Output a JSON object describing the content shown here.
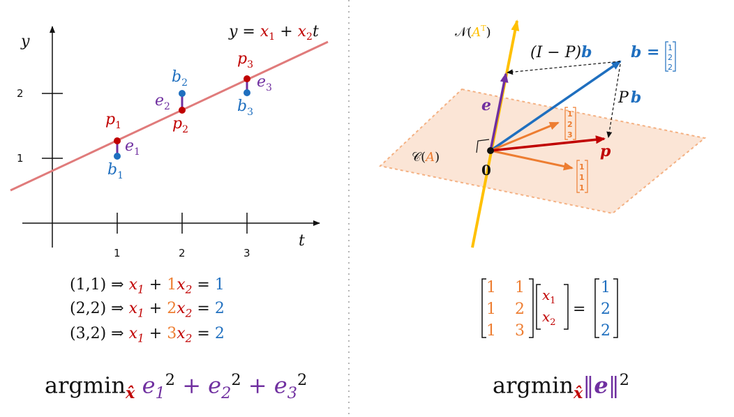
{
  "colors": {
    "red": "#c00000",
    "orange": "#ed7d31",
    "blue": "#1f6fbf",
    "purple": "#7030a0",
    "yellow": "#ffc000",
    "line": "#e07b7b",
    "plane": "#fbe5d6"
  },
  "left": {
    "axis_y": "y",
    "axis_t": "t",
    "line_eq": {
      "lhs": "y = ",
      "x1": "x",
      "x2": "x",
      "s1": "1",
      "s2": "2",
      "plus": " + ",
      "t": "t"
    },
    "ticks_y": [
      "1",
      "2"
    ],
    "ticks_t": [
      "1",
      "2",
      "3"
    ],
    "points": {
      "p1": "p",
      "p1s": "1",
      "p2": "p",
      "p2s": "2",
      "p3": "p",
      "p3s": "3",
      "b1": "b",
      "b1s": "1",
      "b2": "b",
      "b2s": "2",
      "b3": "b",
      "b3s": "3",
      "e1": "e",
      "e1s": "1",
      "e2": "e",
      "e2s": "2",
      "e3": "e",
      "e3s": "3"
    },
    "equations": [
      {
        "pt": "(1,1) ⇒ ",
        "x1": "x",
        "s1": "1",
        "plus": " + ",
        "coef": "1",
        "x2": "x",
        "s2": "2",
        "eq": " = ",
        "rhs": "1"
      },
      {
        "pt": "(2,2) ⇒ ",
        "x1": "x",
        "s1": "1",
        "plus": " + ",
        "coef": "2",
        "x2": "x",
        "s2": "2",
        "eq": " = ",
        "rhs": "2"
      },
      {
        "pt": "(3,2) ⇒ ",
        "x1": "x",
        "s1": "1",
        "plus": " + ",
        "coef": "3",
        "x2": "x",
        "s2": "2",
        "eq": " = ",
        "rhs": "2"
      }
    ],
    "argmin": {
      "word": "argmin",
      "hat": "x̂",
      "e": "e",
      "s1": "1",
      "s2": "2",
      "s3": "3",
      "sq": "2",
      "plus": " + "
    }
  },
  "right": {
    "nullspace": "𝒩(",
    "nullspace_A": "A",
    "nullspace_T": "T",
    "nullspace_close": ")",
    "colspace": "𝒞(",
    "colspace_A": "A",
    "colspace_close": ")",
    "i_minus_p": "(I − P)",
    "b_bold": "b",
    "b_eq": "b =",
    "b_vec": [
      "1",
      "2",
      "2"
    ],
    "pb_p": "P",
    "pb_b": "b",
    "e_label": "e",
    "p_label": "p",
    "origin": "0",
    "col2_vec": [
      "1",
      "2",
      "3"
    ],
    "col1_vec": [
      "1",
      "1",
      "1"
    ],
    "matrix": {
      "A": [
        [
          "1",
          "1"
        ],
        [
          "1",
          "2"
        ],
        [
          "1",
          "3"
        ]
      ],
      "x": [
        "x",
        "x"
      ],
      "xs": [
        "1",
        "2"
      ],
      "eq": "=",
      "b": [
        "1",
        "2",
        "2"
      ]
    },
    "argmin": {
      "word": "argmin",
      "hat": "x̂",
      "e": "e",
      "sq": "2"
    }
  }
}
